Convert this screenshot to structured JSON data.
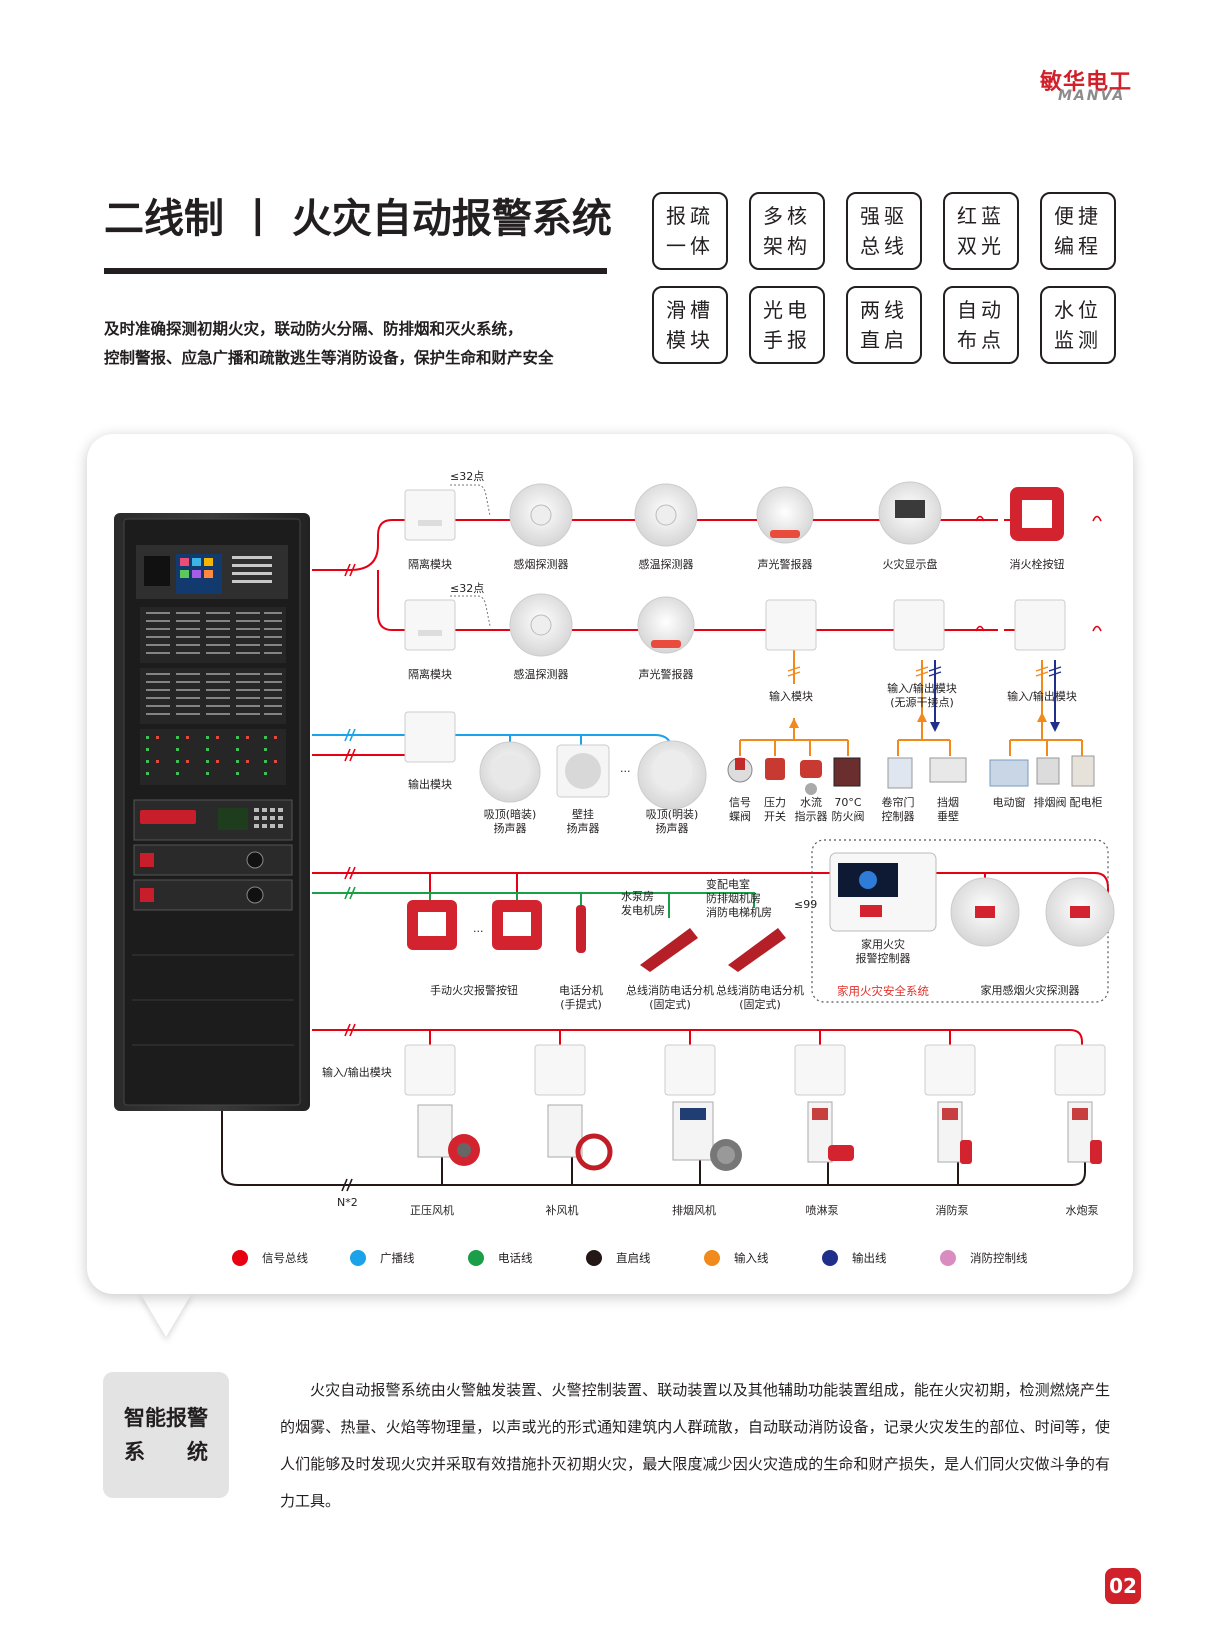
{
  "brand": {
    "name_cn": "敏华电工",
    "name_en": "MANVA"
  },
  "header": {
    "title": "二线制 丨 火灾自动报警系统",
    "subtitle_lines": [
      "及时准确探测初期火灾，联动防火分隔、防排烟和灭火系统，",
      "控制警报、应急广播和疏散逃生等消防设备，保护生命和财产安全"
    ]
  },
  "features": [
    {
      "line1": "报疏",
      "line2": "一体"
    },
    {
      "line1": "多核",
      "line2": "架构"
    },
    {
      "line1": "强驱",
      "line2": "总线"
    },
    {
      "line1": "红蓝",
      "line2": "双光"
    },
    {
      "line1": "便捷",
      "line2": "编程"
    },
    {
      "line1": "滑槽",
      "line2": "模块"
    },
    {
      "line1": "光电",
      "line2": "手报"
    },
    {
      "line1": "两线",
      "line2": "直启"
    },
    {
      "line1": "自动",
      "line2": "布点"
    },
    {
      "line1": "水位",
      "line2": "监测"
    }
  ],
  "diagram": {
    "limit_32a": "≤32点",
    "limit_32b": "≤32点",
    "limit_99": "≤99",
    "row1": [
      "隔离模块",
      "感烟探测器",
      "感温探测器",
      "声光警报器",
      "火灾显示盘",
      "消火栓按钮"
    ],
    "row2": [
      "隔离模块",
      "感温探测器",
      "声光警报器"
    ],
    "input_module": "输入模块",
    "io_module_passive_l1": "输入/输出模块",
    "io_module_passive_l2": "(无源干接点)",
    "io_module": "输入/输出模块",
    "output_module": "输出模块",
    "speakers": [
      {
        "l1": "吸顶(暗装)",
        "l2": "扬声器"
      },
      {
        "l1": "壁挂",
        "l2": "扬声器"
      },
      {
        "l1": "吸顶(明装)",
        "l2": "扬声器"
      }
    ],
    "ellipsis": "...",
    "inputs": [
      {
        "l1": "信号",
        "l2": "蝶阀"
      },
      {
        "l1": "压力",
        "l2": "开关"
      },
      {
        "l1": "水流",
        "l2": "指示器"
      },
      {
        "l1": "70°C",
        "l2": "防火阀"
      }
    ],
    "passive_devices": [
      {
        "l1": "卷帘门",
        "l2": "控制器"
      },
      {
        "l1": "挡烟",
        "l2": "垂壁"
      }
    ],
    "io_devices": [
      "电动窗",
      "排烟阀",
      "配电柜"
    ],
    "manual_alarm": "手动火灾报警按钮",
    "handset_portable": {
      "l1": "电话分机",
      "l2": "(手提式)"
    },
    "phone_fixed": {
      "l1": "总线消防电话分机",
      "l2": "(固定式)"
    },
    "rooms_a": [
      "水泵房",
      "发电机房"
    ],
    "rooms_b": [
      "变配电室",
      "防排烟机房",
      "消防电梯机房"
    ],
    "home_controller": {
      "l1": "家用火灾",
      "l2": "报警控制器"
    },
    "home_system": "家用火灾安全系统",
    "home_detector": "家用感烟火灾探测器",
    "io_module_left": "输入/输出模块",
    "bus_count": "N*2",
    "equipment": [
      "正压风机",
      "补风机",
      "排烟风机",
      "喷淋泵",
      "消防泵",
      "水炮泵"
    ],
    "legend": [
      {
        "label": "信号总线",
        "color": "#e60012"
      },
      {
        "label": "广播线",
        "color": "#1aa3e8"
      },
      {
        "label": "电话线",
        "color": "#1a9e48"
      },
      {
        "label": "直启线",
        "color": "#231815"
      },
      {
        "label": "输入线",
        "color": "#f08a1c"
      },
      {
        "label": "输出线",
        "color": "#1f2f8a"
      },
      {
        "label": "消防控制线",
        "color": "#d98cc0"
      }
    ]
  },
  "section": {
    "tag_line1": "智能报警",
    "tag_line2": "系　　统",
    "paragraph": "火灾自动报警系统由火警触发装置、火警控制装置、联动装置以及其他辅助功能装置组成，能在火灾初期，检测燃烧产生的烟雾、热量、火焰等物理量，以声或光的形式通知建筑内人群疏散，自动联动消防设备，记录火灾发生的部位、时间等，使人们能够及时发现火灾并采取有效措施扑灭初期火灾，最大限度减少因火灾造成的生命和财产损失，是人们同火灾做斗争的有力工具。"
  },
  "page_number": "02",
  "colors": {
    "brand_red": "#d0202a",
    "signal": "#e60012",
    "broadcast": "#1aa3e8",
    "phone": "#1a9e48",
    "direct": "#231815",
    "input": "#f08a1c",
    "output": "#1f2f8a"
  }
}
